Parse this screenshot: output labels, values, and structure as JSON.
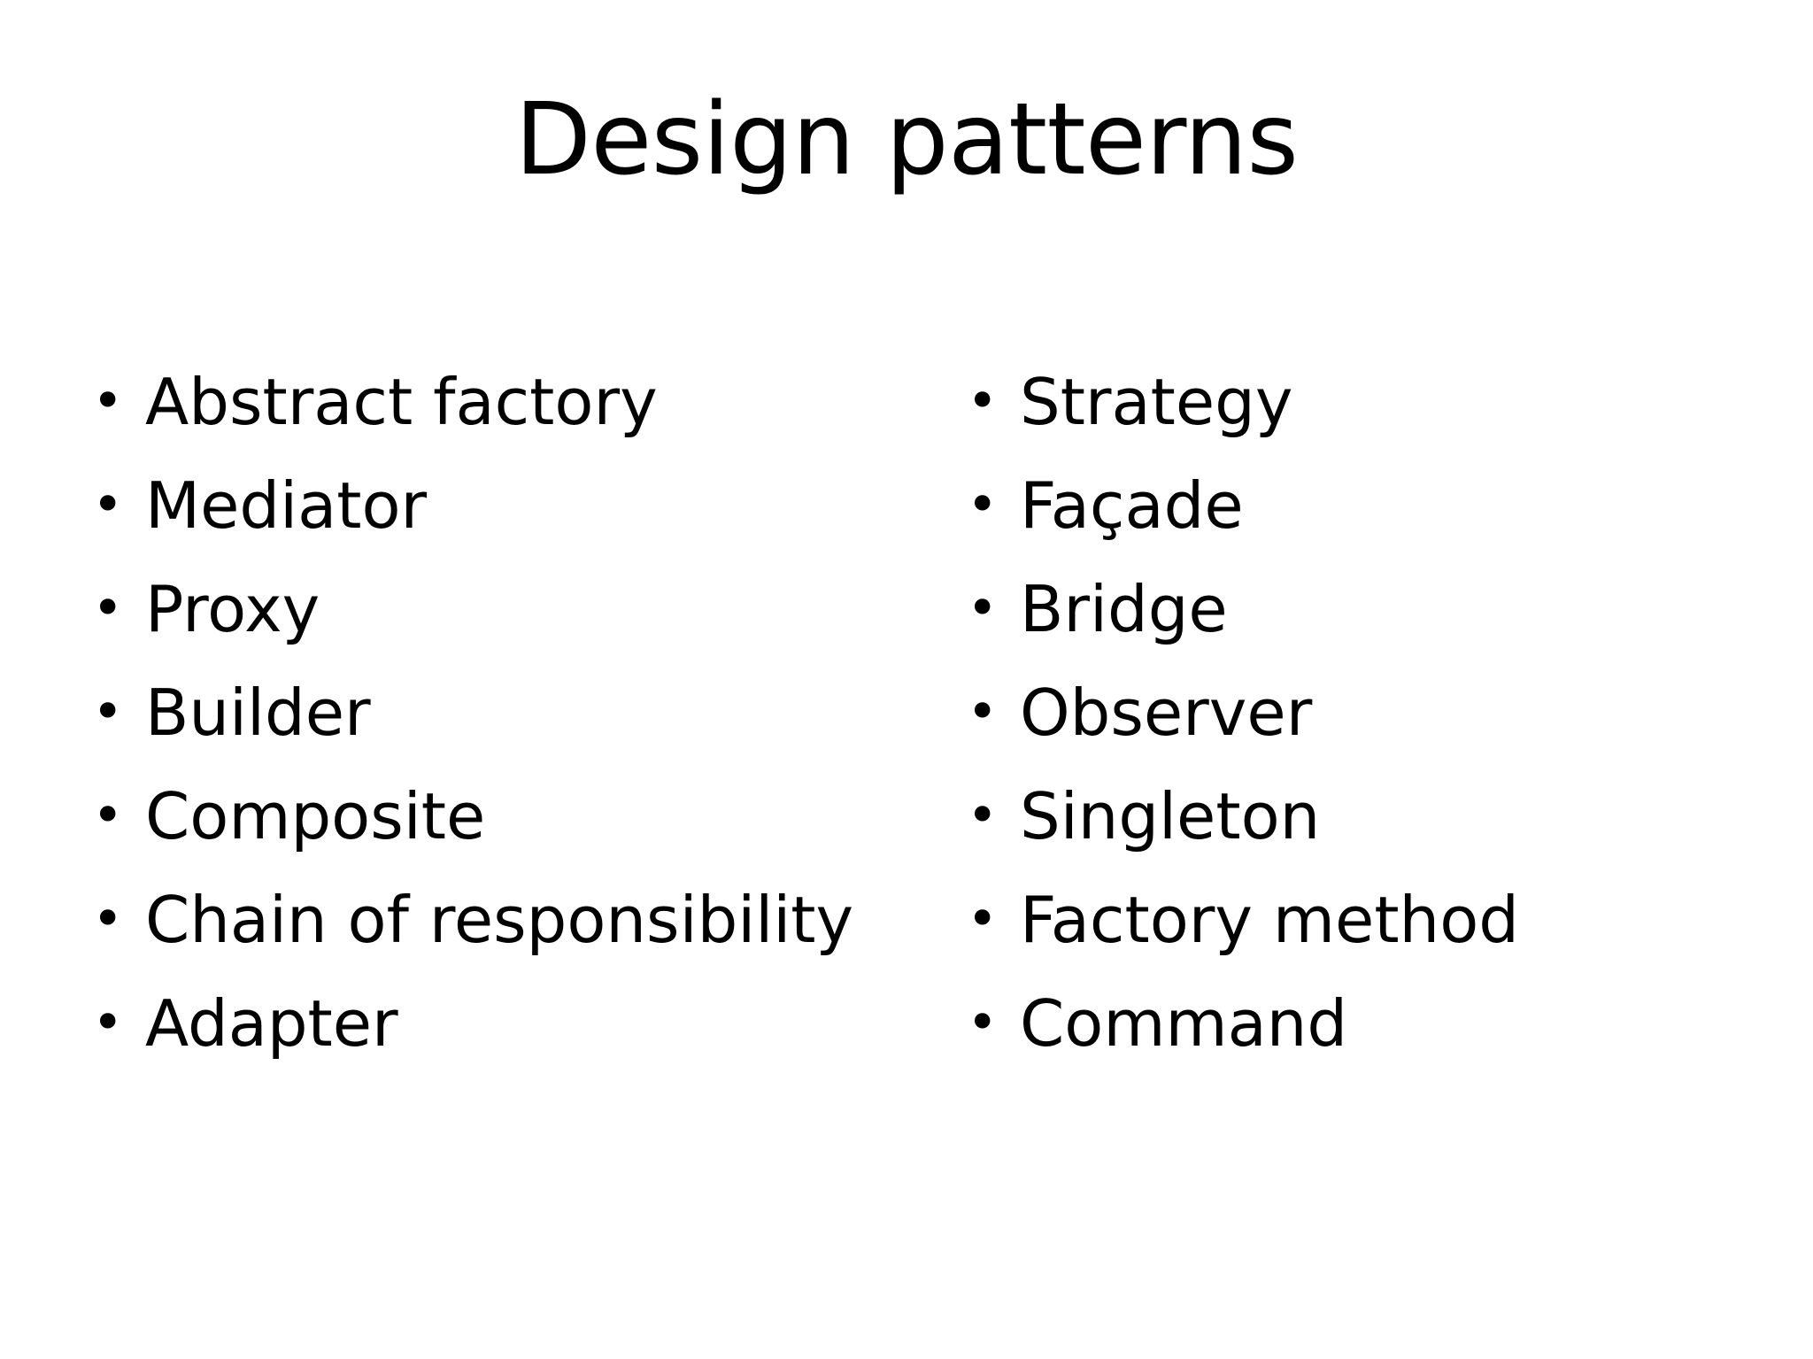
{
  "slide": {
    "title": "Design patterns",
    "background_color": "#ffffff",
    "text_color": "#000000",
    "bullet_glyph": "•",
    "columns": [
      {
        "name": "left-column",
        "items": [
          "Abstract factory",
          "Mediator",
          "Proxy",
          "Builder",
          "Composite",
          "Chain of responsibility",
          "Adapter"
        ]
      },
      {
        "name": "right-column",
        "items": [
          "Strategy",
          "Façade",
          "Bridge",
          "Observer",
          "Singleton",
          "Factory method",
          "Command"
        ]
      }
    ]
  }
}
